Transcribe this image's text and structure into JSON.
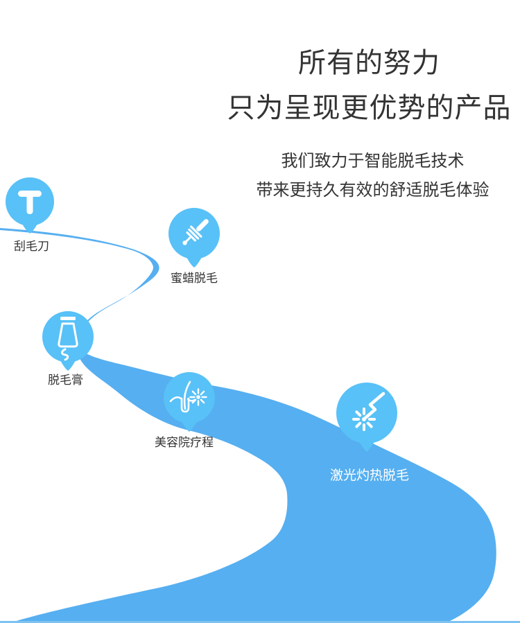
{
  "header": {
    "title_line1": "所有的努力",
    "title_line2": "只为呈现更优势的产品",
    "subtitle_line1": "我们致力于智能脱毛技术",
    "subtitle_line2": "带来更持久有效的舒适脱毛体验"
  },
  "milestones": [
    {
      "id": "razor",
      "label": "刮毛刀",
      "icon": "razor-icon"
    },
    {
      "id": "wax",
      "label": "蜜蜡脱毛",
      "icon": "honey-dipper-icon"
    },
    {
      "id": "cream",
      "label": "脱毛膏",
      "icon": "cream-tube-icon"
    },
    {
      "id": "salon",
      "label": "美容院疗程",
      "icon": "follicle-spark-icon"
    },
    {
      "id": "laser",
      "label": "激光灼热脱毛",
      "icon": "laser-beam-icon"
    }
  ],
  "colors": {
    "river": "#56AFF0",
    "marker": "#58C1F7",
    "ink": "#333333",
    "laser_label": "#FFFFFF",
    "strip": "#7EC2F2"
  }
}
